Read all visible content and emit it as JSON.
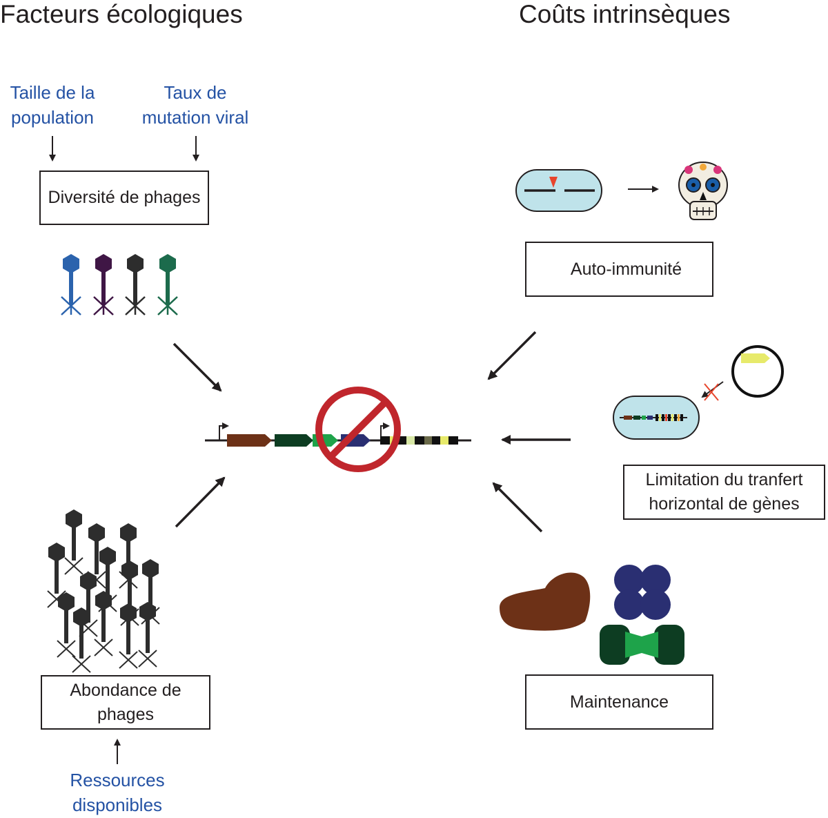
{
  "headings": {
    "left": "Facteurs écologiques",
    "right": "Coûts intrinsèques"
  },
  "left_factors": {
    "population_size": [
      "Taille de la",
      "population"
    ],
    "mutation_rate": [
      "Taux de",
      "mutation viral"
    ],
    "phage_diversity": "Diversité de phages",
    "phage_abundance": [
      "Abondance de",
      "phages"
    ],
    "resources": [
      "Ressources",
      "disponibles"
    ]
  },
  "right_costs": {
    "autoimmunity": "Auto-immunité",
    "hgt_limitation": [
      "Limitation du tranfert",
      "horizontal de gènes"
    ],
    "maintenance": "Maintenance"
  },
  "colors": {
    "blue_text": "#2452a4",
    "phage_blue": "#2b63ad",
    "phage_purple": "#3f1645",
    "phage_dark": "#2d2d2d",
    "phage_green": "#1c6b4c",
    "cas_brown": "#6d3117",
    "cas_darkgreen": "#0d3d22",
    "cas_green": "#1ea34a",
    "cas_navy": "#2a2f72",
    "prohibition_red": "#c0262c",
    "cell_fill": "#bfe3ea",
    "spacer_yellow": "#e7ea6b"
  }
}
